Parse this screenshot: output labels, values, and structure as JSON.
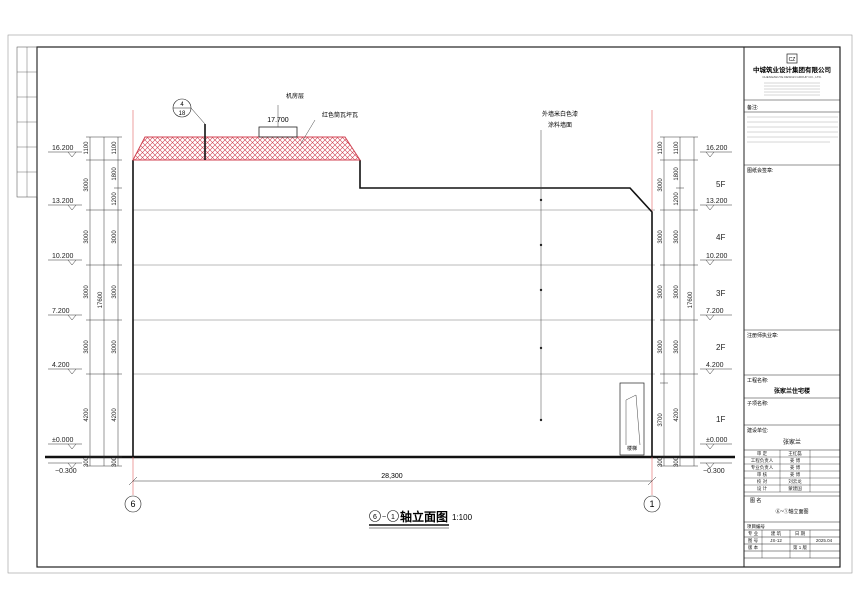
{
  "drawing": {
    "title_numbers": [
      "6",
      "1"
    ],
    "title_text": "轴立面图",
    "scale": "1:100",
    "callout_top": "4",
    "callout_bottom": "18",
    "annotations": {
      "machine_room": "机房层",
      "roof_tile": "红色筒瓦坪瓦",
      "wall_paint_1": "外墙米白色漆",
      "wall_paint_2": "涂料墙面",
      "top_level": "17.700",
      "stair_mark": "楼梯"
    },
    "axis_left": "6",
    "axis_right": "1",
    "total_dim": "28,300",
    "levels_left": [
      "16.200",
      "13.200",
      "10.200",
      "7.200",
      "4.200",
      "±0.000",
      "−0.300"
    ],
    "levels_right": [
      "16.200",
      "13.200",
      "10.200",
      "7.200",
      "4.200",
      "±0.000",
      "−0.300"
    ],
    "dims_outer_left": [
      "1100",
      "3000",
      "3000",
      "3000",
      "3000",
      "4200",
      "300"
    ],
    "dims_inner_left": [
      "1100",
      "1800",
      "1200",
      "3000",
      "3000",
      "3000",
      "4200",
      "300"
    ],
    "dims_mid_left": "17600",
    "dims_outer_right": [
      "1100",
      "3000",
      "3000",
      "3000",
      "3000",
      "3700",
      "300"
    ],
    "dims_inner_right": [
      "1100",
      "1800",
      "1200",
      "3000",
      "3000",
      "3000",
      "4200",
      "300"
    ],
    "dims_mid_right": "17600",
    "floors": [
      "5F",
      "4F",
      "3F",
      "2F",
      "1F"
    ]
  },
  "title_block": {
    "company": "中城筑业设计集团有限公司",
    "company_en": "CHENGZHUYE DESIGN GROUP CO., LTD.",
    "notes_header": "备注:",
    "stamp_header": "图纸会签章:",
    "reg_header": "注册师执业章:",
    "project_name_label": "工程名称:",
    "project_name": "张家兰住宅楼",
    "sub_item_label": "子项名称:",
    "client_label": "建设单位:",
    "client": "张家兰",
    "roles": [
      {
        "role": "审  定",
        "name": "王红磊"
      },
      {
        "role": "工程负责人",
        "name": "姜  博"
      },
      {
        "role": "专业负责人",
        "name": "姜  博"
      },
      {
        "role": "审  核",
        "name": "姜  博"
      },
      {
        "role": "校  对",
        "name": "刘云龙"
      },
      {
        "role": "设  计",
        "name": "蒙建国"
      }
    ],
    "drawing_name_label": "图  名",
    "drawing_name": "⑥~①轴立面图",
    "project_no_label": "项目编号",
    "row_labels": [
      "专  业",
      "图  号",
      "版  本"
    ],
    "row_values_1": [
      "建  筑",
      "JS-12",
      ""
    ],
    "date_label": "日  期",
    "date_value": "2025.04",
    "page_label": "第 1 版"
  },
  "colors": {
    "roof_red": "#d04050",
    "axis_red": "#e06060",
    "line": "#222222"
  }
}
